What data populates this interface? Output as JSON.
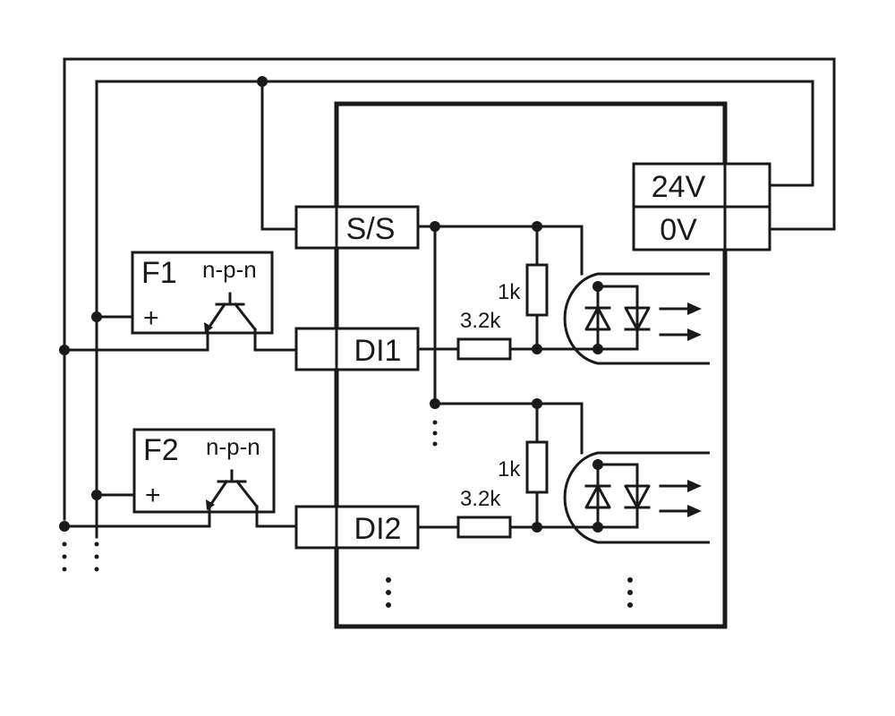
{
  "terminals": {
    "ss": "S/S",
    "di1": "DI1",
    "di2": "DI2",
    "v24": "24V",
    "v0": "0V"
  },
  "sensors": [
    {
      "name": "F1",
      "type": "n-p-n",
      "plus": "+"
    },
    {
      "name": "F2",
      "type": "n-p-n",
      "plus": "+"
    }
  ],
  "components": {
    "r_shunt": "1k",
    "r_series": "3.2k"
  },
  "continuation": "⋮"
}
